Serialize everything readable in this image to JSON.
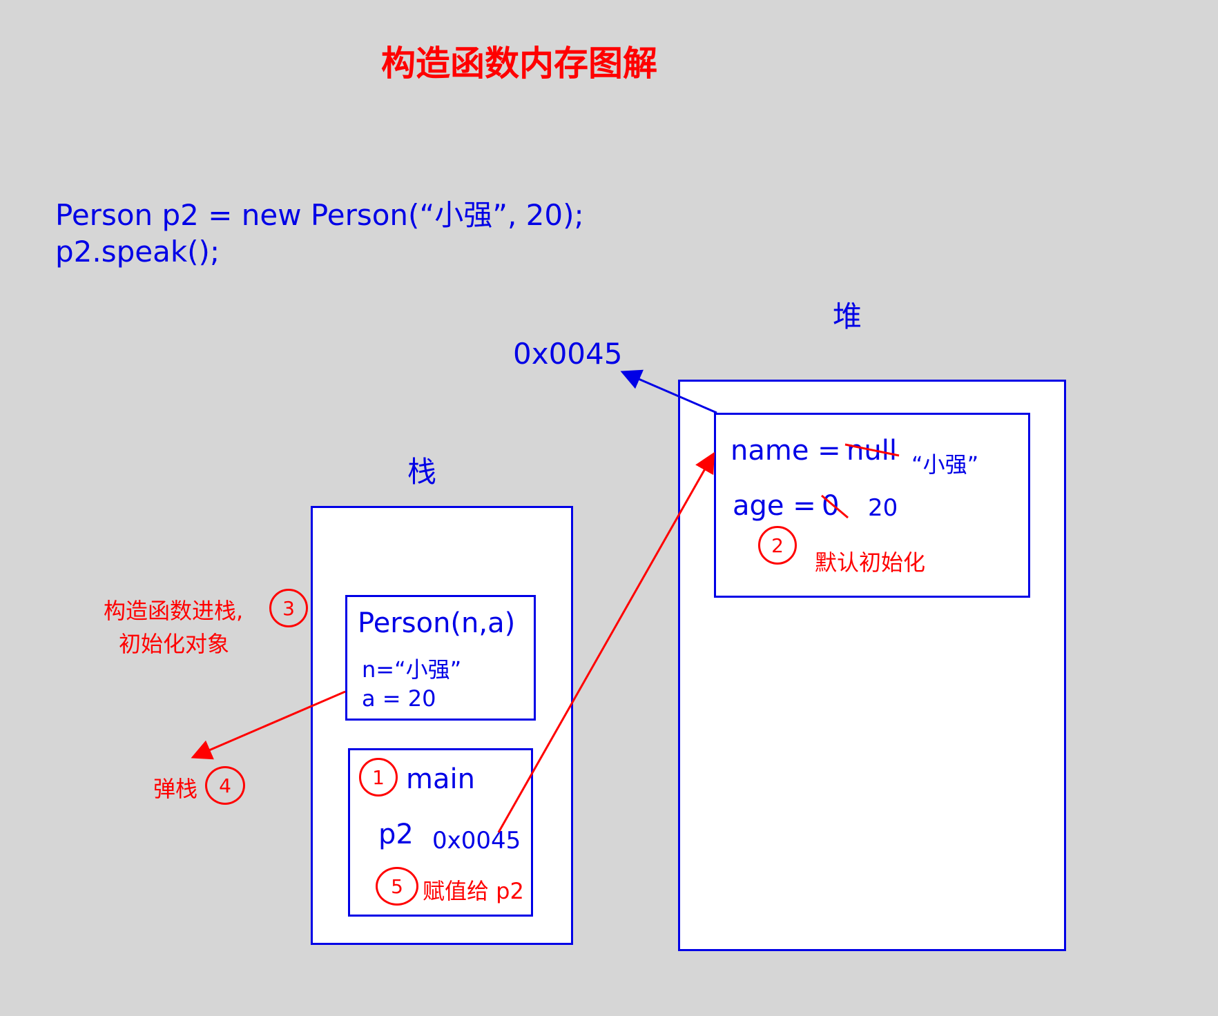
{
  "title": "构造函数内存图解",
  "code": {
    "line1": "Person p2 = new Person(“小强”, 20);",
    "line2": "p2.speak();"
  },
  "labels": {
    "heap": "堆",
    "stack": "栈",
    "address": "0x0045"
  },
  "heap_object": {
    "name_field": "name = ",
    "name_old": "null",
    "name_new": "“小强”",
    "age_field": "age = ",
    "age_old": "0",
    "age_new": "20",
    "default_init": "默认初始化"
  },
  "constructor_frame": {
    "title": "Person(n,a)",
    "param_n": "n=“小强”",
    "param_a": "a = 20"
  },
  "main_frame": {
    "title": "main",
    "var": "p2",
    "value": "0x0045",
    "assign_note": "赋值给 p2"
  },
  "notes": {
    "ctor_push_line1": "构造函数进栈,",
    "ctor_push_line2": "初始化对象",
    "pop": "弹栈"
  },
  "steps": [
    "1",
    "2",
    "3",
    "4",
    "5"
  ],
  "colors": {
    "background": "#d6d6d6",
    "structure": "#0000e6",
    "annotation": "#ff0000"
  }
}
